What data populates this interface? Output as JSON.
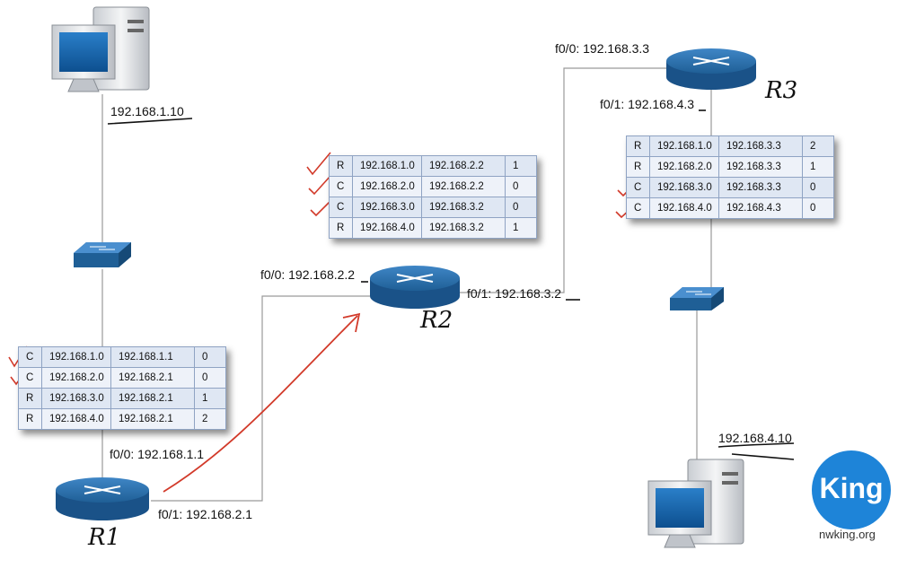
{
  "devices": {
    "pc1": {
      "ip": "192.168.1.10"
    },
    "pc2": {
      "ip": "192.168.4.10"
    },
    "r1": {
      "name": "R1",
      "f00": "f0/0: 192.168.1.1",
      "f01": "f0/1: 192.168.2.1"
    },
    "r2": {
      "name": "R2",
      "f00": "f0/0: 192.168.2.2",
      "f01": "f0/1: 192.168.3.2"
    },
    "r3": {
      "name": "R3",
      "f00": "f0/0: 192.168.3.3",
      "f01": "f0/1: 192.168.4.3"
    }
  },
  "tables": {
    "r1": [
      [
        "C",
        "192.168.1.0",
        "192.168.1.1",
        "0"
      ],
      [
        "C",
        "192.168.2.0",
        "192.168.2.1",
        "0"
      ],
      [
        "R",
        "192.168.3.0",
        "192.168.2.1",
        "1"
      ],
      [
        "R",
        "192.168.4.0",
        "192.168.2.1",
        "2"
      ]
    ],
    "r2": [
      [
        "R",
        "192.168.1.0",
        "192.168.2.2",
        "1"
      ],
      [
        "C",
        "192.168.2.0",
        "192.168.2.2",
        "0"
      ],
      [
        "C",
        "192.168.3.0",
        "192.168.3.2",
        "0"
      ],
      [
        "R",
        "192.168.4.0",
        "192.168.3.2",
        "1"
      ]
    ],
    "r3": [
      [
        "R",
        "192.168.1.0",
        "192.168.3.3",
        "2"
      ],
      [
        "R",
        "192.168.2.0",
        "192.168.3.3",
        "1"
      ],
      [
        "C",
        "192.168.3.0",
        "192.168.3.3",
        "0"
      ],
      [
        "C",
        "192.168.4.0",
        "192.168.4.3",
        "0"
      ]
    ]
  },
  "brand": {
    "logo": "King",
    "site": "nwking.org"
  },
  "colors": {
    "device": "#1f5f96",
    "annotation": "#d23a2a",
    "tableBg": "#dfe7f3"
  }
}
